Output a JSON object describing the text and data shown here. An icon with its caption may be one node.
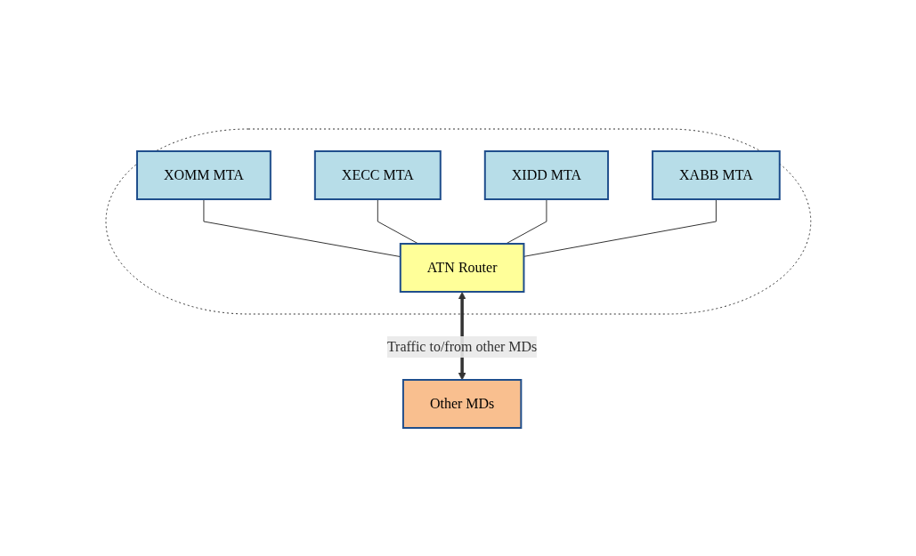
{
  "diagram": {
    "nodes": [
      {
        "text": [],
        "shape": "ellipse"
      },
      {
        "text": [
          "XOMM  MTA"
        ],
        "in": 0
      },
      {
        "text": [
          "XECC  MTA"
        ],
        "in": 0
      },
      {
        "text": [
          "XIDD  MTA"
        ],
        "in": 0
      },
      {
        "text": [
          "XABB  MTA"
        ],
        "in": 0
      },
      {
        "text": [
          "ATN Router"
        ],
        "in": 0
      },
      {
        "text": [
          "Other MDs"
        ]
      }
    ],
    "edges": [
      {
        "from": 1,
        "to": 5,
        "arrow": "none"
      },
      {
        "from": 2,
        "to": 5,
        "arrow": "none"
      },
      {
        "from": 3,
        "to": 5,
        "arrow": "none"
      },
      {
        "from": 4,
        "to": 5,
        "arrow": "none"
      },
      {
        "from": 5,
        "to": 6,
        "arrow": "both",
        "label": "Traffic to/from other MDs",
        "style": "thick"
      }
    ]
  }
}
